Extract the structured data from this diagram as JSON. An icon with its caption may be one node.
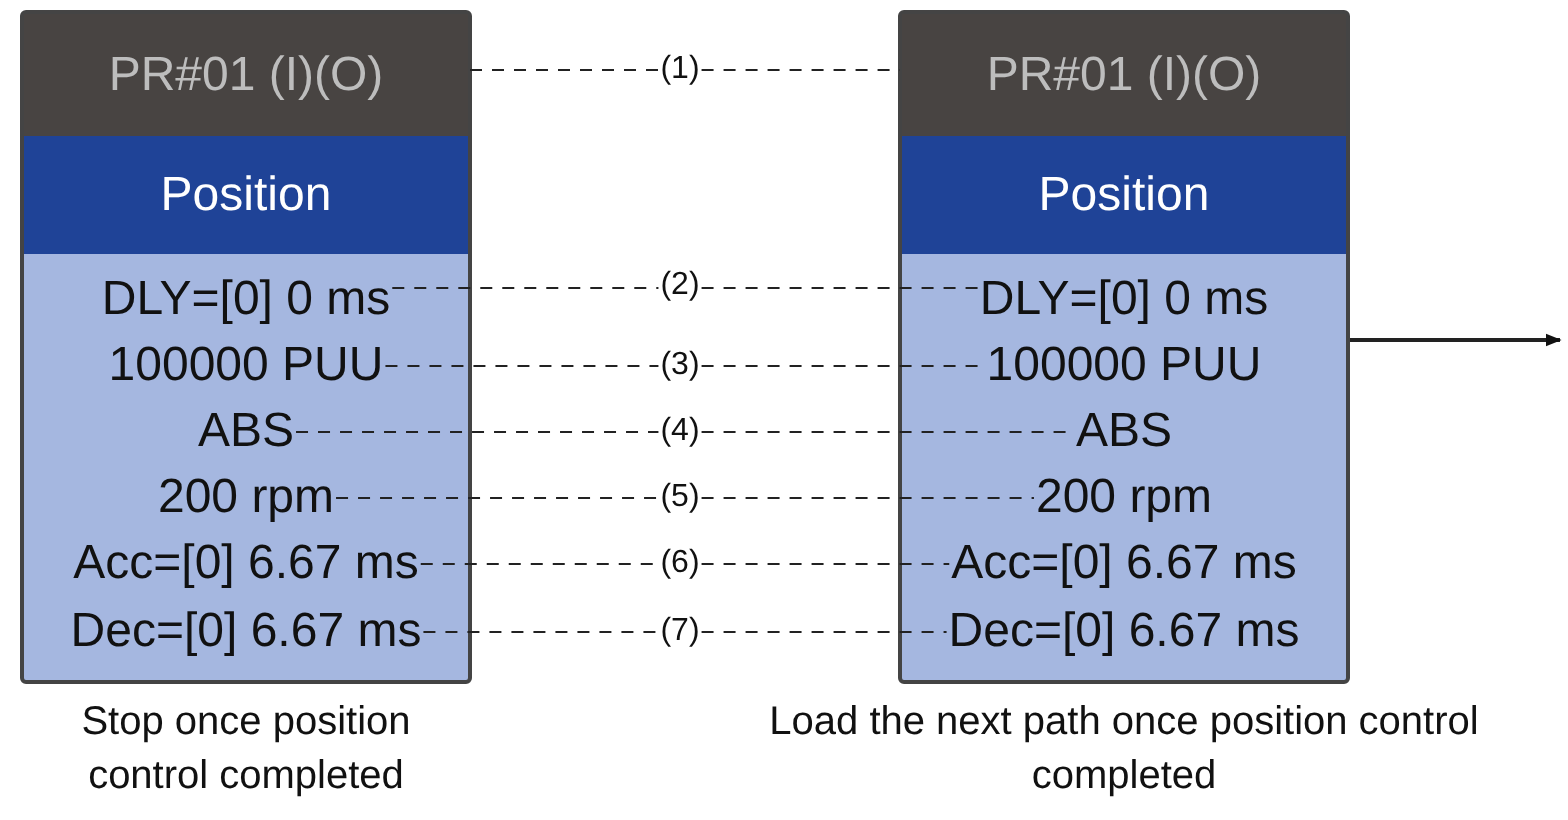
{
  "diagram": {
    "nodes": [
      {
        "text": [],
        "shape": "box",
        "beside": [
          "Stop once position control completed"
        ]
      },
      {
        "text": [
          "PR#01 (I)(O)"
        ],
        "in": 0
      },
      {
        "text": [
          "Position"
        ],
        "in": 0
      },
      {
        "text": [
          "DLY=[0] 0 ms"
        ],
        "in": 0
      },
      {
        "text": [
          "100000 PUU"
        ],
        "in": 0
      },
      {
        "text": [
          "ABS"
        ],
        "in": 0
      },
      {
        "text": [
          "200 rpm"
        ],
        "in": 0
      },
      {
        "text": [
          "Acc=[0] 6.67 ms"
        ],
        "in": 0
      },
      {
        "text": [
          "Dec=[0] 6.67 ms"
        ],
        "in": 0
      },
      {
        "text": [
          "(1)"
        ]
      },
      {
        "text": [
          "(2)"
        ]
      },
      {
        "text": [
          "(3)"
        ]
      },
      {
        "text": [
          "(4)"
        ]
      },
      {
        "text": [
          "(5)"
        ]
      },
      {
        "text": [
          "(6)"
        ]
      },
      {
        "text": [
          "(7)"
        ]
      },
      {
        "text": [],
        "shape": "box",
        "beside": [
          "Load the next path once position control completed"
        ]
      },
      {
        "text": [
          "PR#01 (I)(O)"
        ],
        "in": 16
      },
      {
        "text": [
          "Position"
        ],
        "in": 16
      },
      {
        "text": [
          "DLY=[0] 0 ms"
        ],
        "in": 16
      },
      {
        "text": [
          "100000 PUU"
        ],
        "in": 16
      },
      {
        "text": [
          "ABS"
        ],
        "in": 16
      },
      {
        "text": [
          "200 rpm"
        ],
        "in": 16
      },
      {
        "text": [
          "Acc=[0] 6.67 ms"
        ],
        "in": 16
      },
      {
        "text": [
          "Dec=[0] 6.67 ms"
        ],
        "in": 16
      }
    ],
    "edges": [
      {
        "from": 1,
        "to": 9,
        "arrow": "none",
        "style": "dashed"
      },
      {
        "from": 9,
        "to": 17,
        "arrow": "none",
        "style": "dashed"
      },
      {
        "from": 3,
        "to": 10,
        "arrow": "none",
        "style": "dashed"
      },
      {
        "from": 10,
        "to": 19,
        "arrow": "none",
        "style": "dashed"
      },
      {
        "from": 4,
        "to": 11,
        "arrow": "none",
        "style": "dashed"
      },
      {
        "from": 11,
        "to": 20,
        "arrow": "none",
        "style": "dashed"
      },
      {
        "from": 5,
        "to": 12,
        "arrow": "none",
        "style": "dashed"
      },
      {
        "from": 12,
        "to": 21,
        "arrow": "none",
        "style": "dashed"
      },
      {
        "from": 6,
        "to": 13,
        "arrow": "none",
        "style": "dashed"
      },
      {
        "from": 13,
        "to": 22,
        "arrow": "none",
        "style": "dashed"
      },
      {
        "from": 7,
        "to": 14,
        "arrow": "none",
        "style": "dashed"
      },
      {
        "from": 14,
        "to": 23,
        "arrow": "none",
        "style": "dashed"
      },
      {
        "from": 8,
        "to": 15,
        "arrow": "none",
        "style": "dashed"
      },
      {
        "from": 15,
        "to": 24,
        "arrow": "none",
        "style": "dashed"
      },
      {
        "from": 16,
        "to": null,
        "arrow": "to"
      }
    ]
  }
}
